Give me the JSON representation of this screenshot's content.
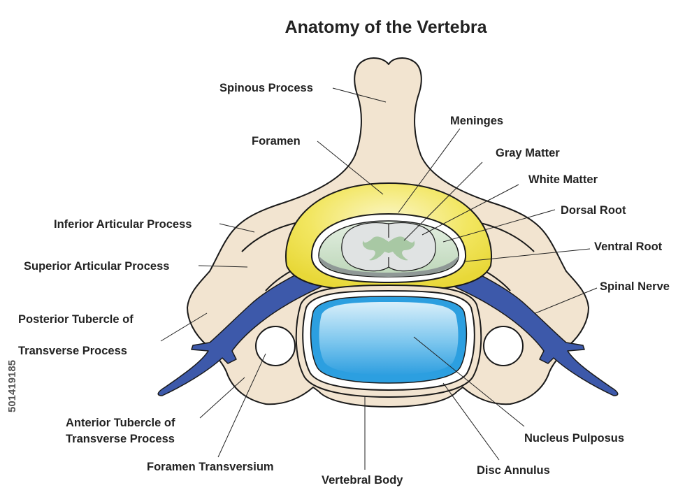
{
  "title": "Anatomy of the Vertebra",
  "watermark": "501419185",
  "labels": {
    "spinous_process": "Spinous Process",
    "foramen": "Foramen",
    "inferior_articular_process": "Inferior Articular Process",
    "superior_articular_process": "Superior Articular Process",
    "posterior_tubercle_line1": "Posterior Tubercle of",
    "posterior_tubercle_line2": "Transverse Process",
    "anterior_tubercle_line1": "Anterior Tubercle of",
    "anterior_tubercle_line2": "Transverse Process",
    "foramen_transversium": "Foramen Transversium",
    "vertebral_body": "Vertebral Body",
    "meninges": "Meninges",
    "gray_matter": "Gray Matter",
    "white_matter": "White Matter",
    "dorsal_root": "Dorsal Root",
    "ventral_root": "Ventral Root",
    "spinal_nerve": "Spinal Nerve",
    "nucleus_pulposus": "Nucleus Pulposus",
    "disc_annulus": "Disc Annulus"
  },
  "colors": {
    "bone": "#f2e4d0",
    "meninges": "#f0e050",
    "spinal_nerve": "#3d59aa",
    "gray_matter": "#a8c8a4",
    "white_matter": "#dfe2e2",
    "canal_fill": "#cfe4cc",
    "nucleus": "#2c9fe0",
    "outline": "#1a1a1a"
  }
}
